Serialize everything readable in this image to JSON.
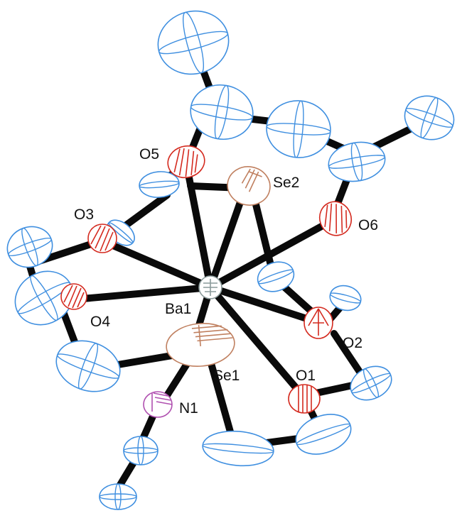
{
  "labels": {
    "ba1": "Ba1",
    "se1": "Se1",
    "se2": "Se2",
    "n1": "N1",
    "o1": "O1",
    "o2": "O2",
    "o3": "O3",
    "o4": "O4",
    "o5": "O5",
    "o6": "O6"
  },
  "colors": {
    "carbon": "#3f8fe0",
    "oxygen": "#d42a1f",
    "selenium": "#c08060",
    "nitrogen": "#b050b0",
    "barium": "#8a9a9a",
    "bond": "#0a0a0a"
  }
}
